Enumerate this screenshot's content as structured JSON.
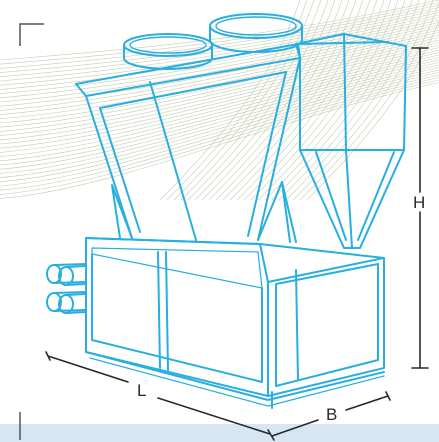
{
  "colors": {
    "outline": "#29aee0",
    "dimension": "#2a2a2a",
    "background_lines": "#b9c4a6",
    "watermark": "#d6e7f3",
    "corner_mark": "#555555"
  },
  "dimensions": {
    "length_label": "L",
    "width_label": "B",
    "height_label": "H"
  }
}
